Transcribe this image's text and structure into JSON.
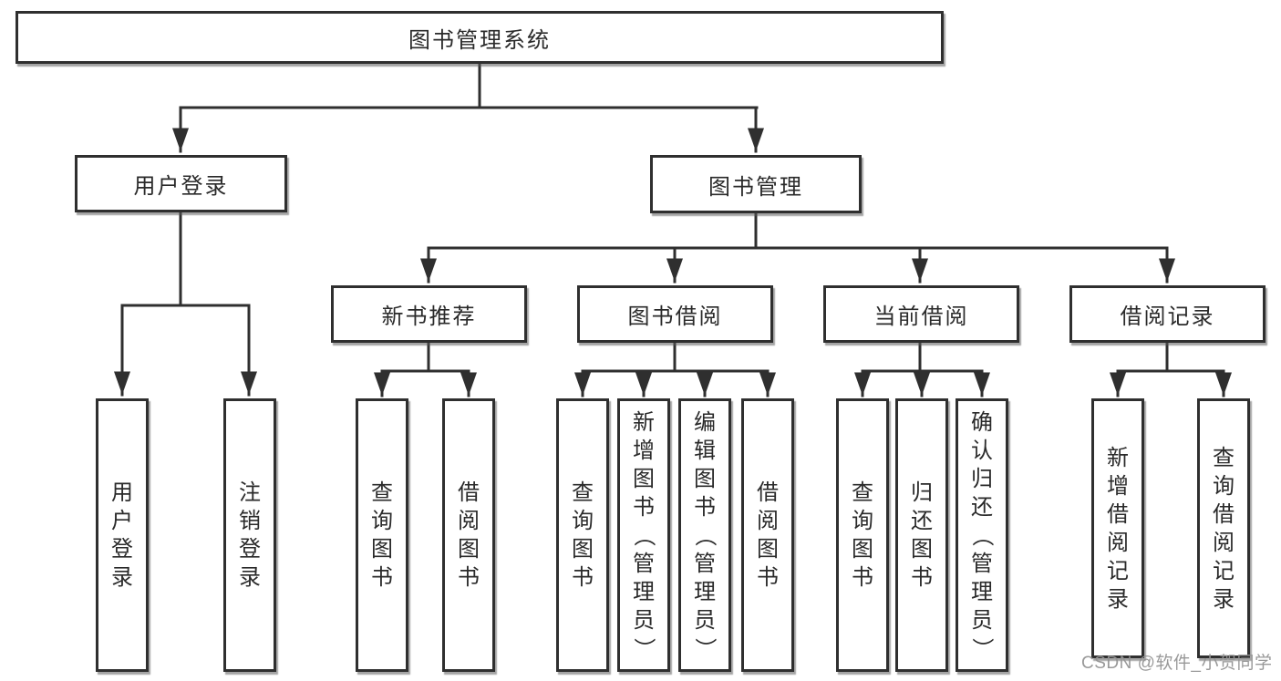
{
  "watermark": "CSDN @软件_小贺同学",
  "colors": {
    "line": "#2f2f2f",
    "text": "#2a2a2a",
    "watermark": "#949494",
    "background": "#ffffff"
  },
  "tree": {
    "label": "图书管理系统",
    "children": [
      {
        "label": "用户登录",
        "children": [
          {
            "label": "用户登录"
          },
          {
            "label": "注销登录"
          }
        ]
      },
      {
        "label": "图书管理",
        "children": [
          {
            "label": "新书推荐",
            "children": [
              {
                "label": "查询图书"
              },
              {
                "label": "借阅图书"
              }
            ]
          },
          {
            "label": "图书借阅",
            "children": [
              {
                "label": "查询图书"
              },
              {
                "label": "新增图书（管理员）"
              },
              {
                "label": "编辑图书（管理员）"
              },
              {
                "label": "借阅图书"
              }
            ]
          },
          {
            "label": "当前借阅",
            "children": [
              {
                "label": "查询图书"
              },
              {
                "label": "归还图书"
              },
              {
                "label": "确认归还（管理员）"
              }
            ]
          },
          {
            "label": "借阅记录",
            "children": [
              {
                "label": "新增借阅记录"
              },
              {
                "label": "查询借阅记录"
              }
            ]
          }
        ]
      }
    ]
  }
}
